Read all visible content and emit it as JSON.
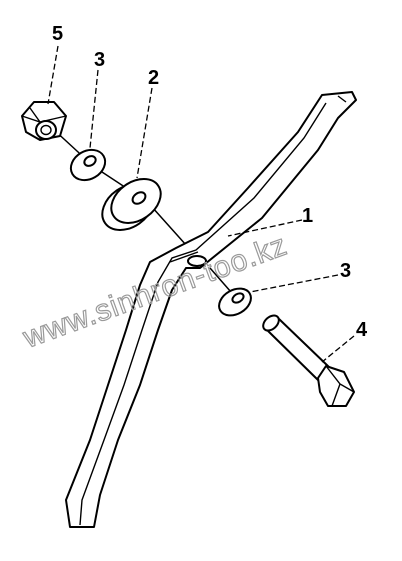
{
  "callouts": {
    "nut": "5",
    "washer_top": "3",
    "spacer": "2",
    "bracket": "1",
    "washer_bottom": "3",
    "bolt": "4"
  },
  "watermark": "www.sinhron-too.kz",
  "parts": [
    {
      "id": "nut",
      "label": "5"
    },
    {
      "id": "washer-top",
      "label": "3"
    },
    {
      "id": "spacer",
      "label": "2"
    },
    {
      "id": "bracket",
      "label": "1"
    },
    {
      "id": "washer-bottom",
      "label": "3"
    },
    {
      "id": "bolt",
      "label": "4"
    }
  ]
}
